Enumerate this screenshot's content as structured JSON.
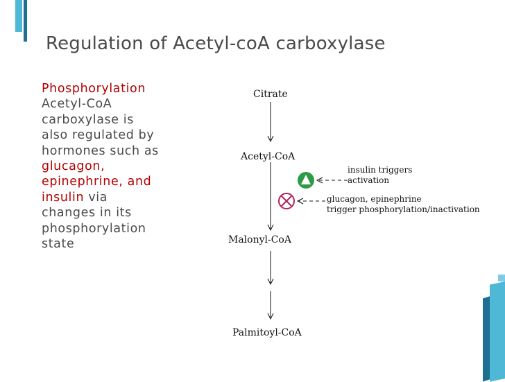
{
  "title": "Regulation of Acetyl-coA carboxylase",
  "left": {
    "heading": "Phosphorylation",
    "line1": "Acetyl-CoA",
    "line2": "carboxylase is",
    "line3": "also regulated by",
    "line4": "hormones such as",
    "red1": "glucagon,",
    "red2": "epinephrine, and",
    "red3": "insulin",
    "after3": " via",
    "line5": "changes in its",
    "line6": "phosphorylation",
    "line7": "state"
  },
  "diagram": {
    "nodes": {
      "citrate": "Citrate",
      "acetyl": "Acetyl-CoA",
      "malonyl": "Malonyl-CoA",
      "palmitoyl": "Palmitoyl-CoA"
    },
    "insulin_note_1": "insulin triggers",
    "insulin_note_2": "activation",
    "glucagon_note_1": "glucagon, epinephrine",
    "glucagon_note_2": "trigger phosphorylation/inactivation"
  },
  "colors": {
    "accent": "#b30000",
    "activation": "#2e9a48",
    "inhibition": "#b0245a",
    "deco_light": "#4fb8d6",
    "deco_dark": "#1f6f93"
  }
}
